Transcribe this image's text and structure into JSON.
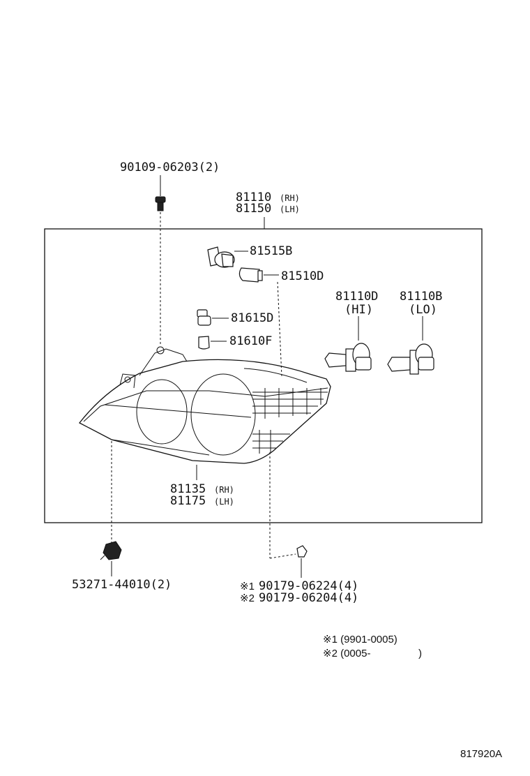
{
  "labels": {
    "bolt": "90109-06203(2)",
    "unit_rh_no": "81110",
    "unit_rh_side": "(RH)",
    "unit_lh_no": "81150",
    "unit_lh_side": "(LH)",
    "socket_b": "81515B",
    "bulb_d": "81510D",
    "socket_d": "81615D",
    "bulb_f": "81610F",
    "bulb_hi_no": "81110D",
    "bulb_hi_tag": "(HI)",
    "bulb_lo_no": "81110B",
    "bulb_lo_tag": "(LO)",
    "lens_rh_no": "81135",
    "lens_rh_side": "(RH)",
    "lens_lh_no": "81175",
    "lens_lh_side": "(LH)",
    "clip": "53271-44010(2)",
    "nut1_mark": "※1",
    "nut1": "90179-06224(4)",
    "nut2_mark": "※2",
    "nut2": "90179-06204(4)",
    "note1": "※1 (9901-0005)",
    "note2": "※2 (0005-",
    "note2_end": ")",
    "ref_code": "817920A"
  }
}
